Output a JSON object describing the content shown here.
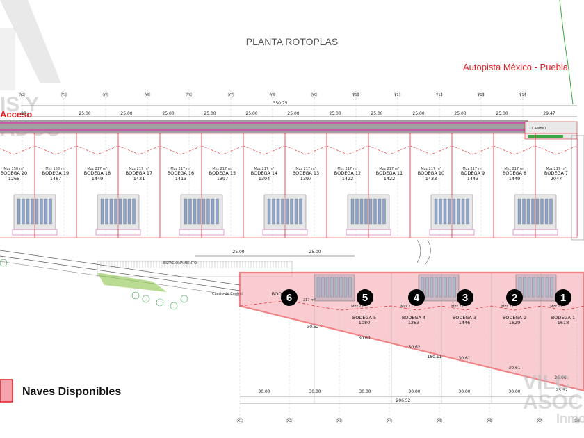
{
  "plan": {
    "title": "PLANTA ROTOPLAS",
    "highway": "Autopista México - Puebla",
    "access": "Acceso",
    "parking": "ESTACIONAMIENTO",
    "total_top": "350.75",
    "dim_25": "25.00",
    "dim_2947": "29.47",
    "dim_3000": "30.00",
    "dim_3052": "30.52",
    "dim_3060": "30.60",
    "dim_3062": "30.62",
    "dim_3061": "30.61",
    "dim_18011": "180.11",
    "dim_20652": "206.52",
    "dim_2606": "26.06",
    "dim_2552": "25.52",
    "top_left_dim": ".00",
    "mzz_217": "Mzz 217 m²",
    "mzz_158": "Mzz 158 m²",
    "mzz_short": "Mzz 21",
    "mzz_217_short": "217 m²",
    "cambio": "CAMBIO",
    "cuarto": "Cuarto de Control"
  },
  "top_bodegas": [
    {
      "name": "BODEGA 20",
      "area": "1265",
      "mzz": "Mzz 158 m²"
    },
    {
      "name": "BODEGA 19",
      "area": "1467",
      "mzz": "Mzz 158 m²"
    },
    {
      "name": "BODEGA 18",
      "area": "1449",
      "mzz": "Mzz 217 m²"
    },
    {
      "name": "BODEGA 17",
      "area": "1431",
      "mzz": "Mzz 217 m²"
    },
    {
      "name": "BODEGA 16",
      "area": "1413",
      "mzz": "Mzz 217 m²"
    },
    {
      "name": "BODEGA 15",
      "area": "1397",
      "mzz": "Mzz 217 m²"
    },
    {
      "name": "BODEGA 14",
      "area": "1394",
      "mzz": "Mzz 217 m²"
    },
    {
      "name": "BODEGA 13",
      "area": "1397",
      "mzz": "Mzz 217 m²"
    },
    {
      "name": "BODEGA 12",
      "area": "1422",
      "mzz": "Mzz 217 m²"
    },
    {
      "name": "BODEGA 11",
      "area": "1422",
      "mzz": "Mzz 217 m²"
    },
    {
      "name": "BODEGA 10",
      "area": "1433",
      "mzz": "Mzz 217 m²"
    },
    {
      "name": "BODEGA 9",
      "area": "1443",
      "mzz": "Mzz 217 m²"
    },
    {
      "name": "BODEGA 8",
      "area": "1449",
      "mzz": "Mzz 217 m²"
    },
    {
      "name": "BODEGA 7",
      "area": "2047",
      "mzz": "Mzz 217 m²"
    }
  ],
  "bottom_bodegas": [
    {
      "name": "BODEGA 5",
      "area": "1080"
    },
    {
      "name": "BODEGA 4",
      "area": "1263"
    },
    {
      "name": "BODEGA 3",
      "area": "1446"
    },
    {
      "name": "BODEGA 2",
      "area": "1629"
    },
    {
      "name": "BODEGA 1",
      "area": "1618"
    }
  ],
  "bodega6_label": "BOD",
  "markers": [
    "6",
    "5",
    "4",
    "3",
    "2",
    "1"
  ],
  "axes_top": [
    "Y2",
    "Y3",
    "Y4",
    "Y5",
    "Y6",
    "Y7",
    "Y8",
    "Y9",
    "Y10",
    "Y11",
    "Y12",
    "Y13",
    "Y14"
  ],
  "axes_bottom": [
    "X1",
    "X2",
    "X3",
    "X4",
    "X5",
    "X6",
    "X7",
    "X8"
  ],
  "legend": {
    "label": "Naves Disponibles",
    "color": "#f5a3ac"
  },
  "watermark": {
    "top": "IS Y",
    "mid": "ADOS",
    "bottom_1": "VILC",
    "bottom_2": "ASOC",
    "bottom_3": "Inmo"
  },
  "colors": {
    "red": "#e31e24",
    "fill": "#f5a3ac",
    "magenta": "#c0389b",
    "gray": "#8a8a8a"
  }
}
